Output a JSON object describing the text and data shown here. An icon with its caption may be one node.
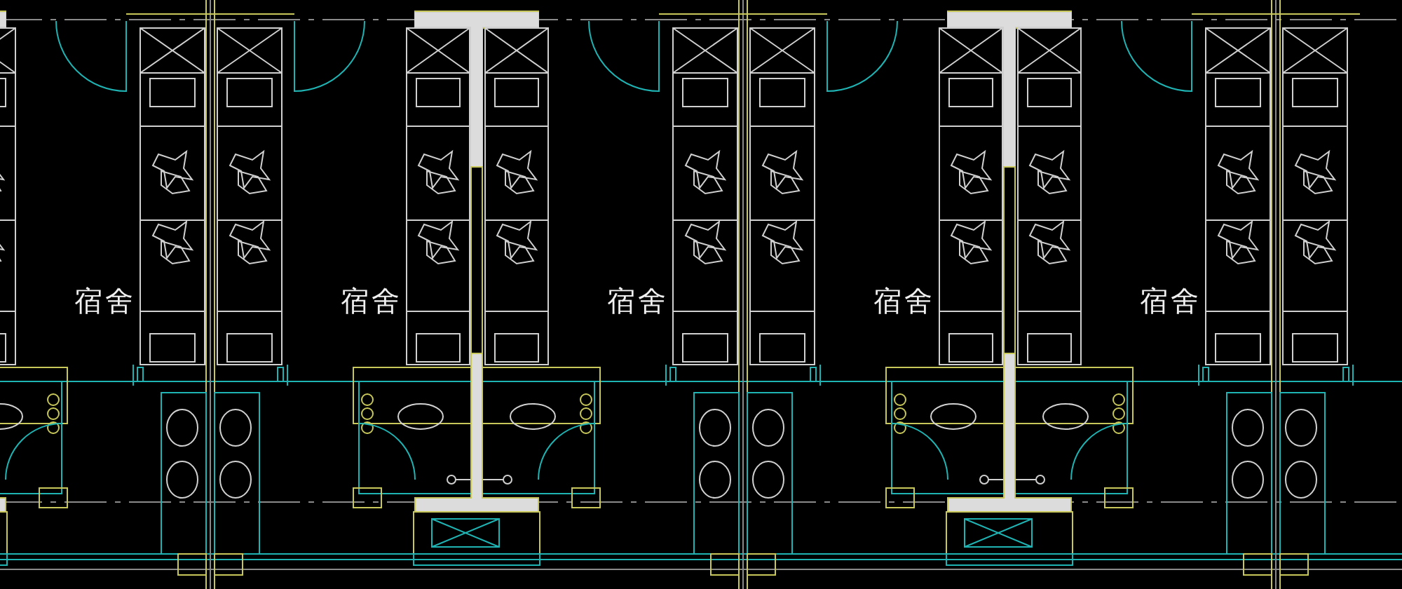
{
  "diagram": {
    "labels": [
      "宿舍",
      "宿舍",
      "宿舍",
      "宿舍",
      "宿舍"
    ]
  }
}
